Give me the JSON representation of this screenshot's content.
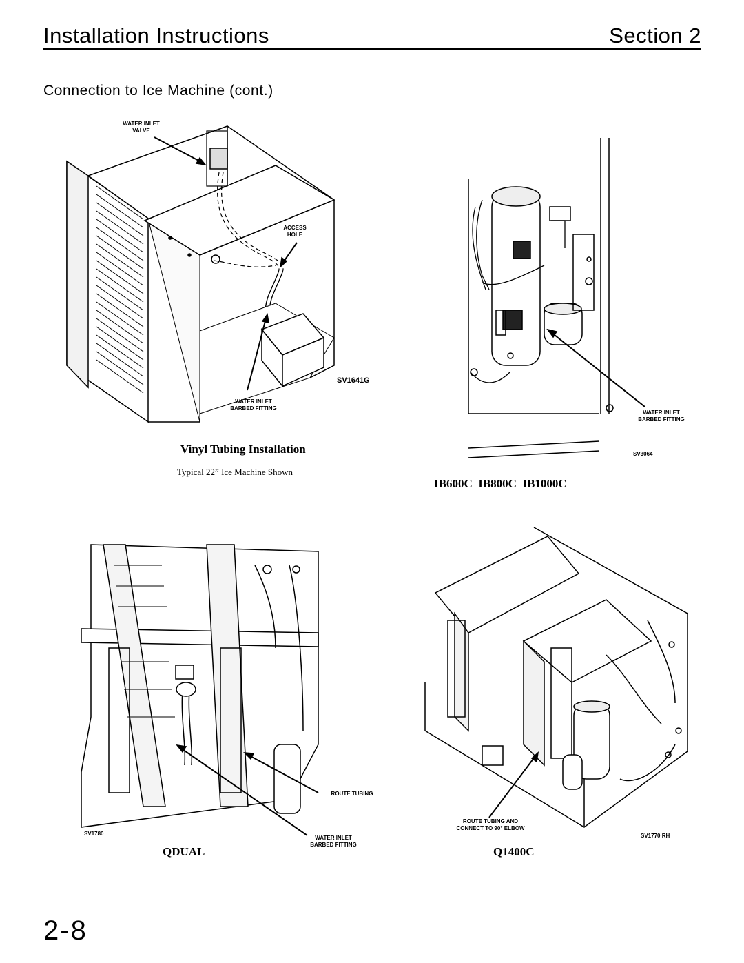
{
  "header": {
    "title": "Installation Instructions",
    "section": "Section 2"
  },
  "subtitle": "Connection to Ice Machine (cont.)",
  "figure1": {
    "labels": {
      "water_inlet_valve": [
        "WATER INLET",
        "VALVE"
      ],
      "access_hole": [
        "ACCESS",
        "HOLE"
      ],
      "barbed_fitting": [
        "WATER INLET",
        "BARBED FITTING"
      ]
    },
    "code": "SV1641G",
    "caption": "Vinyl Tubing Installation",
    "subcaption": "Typical 22” Ice Machine Shown"
  },
  "figure2": {
    "labels": {
      "barbed_fitting": [
        "WATER INLET",
        "BARBED FITTING"
      ]
    },
    "code": "SV3064",
    "caption": "IB600C  IB800C  IB1000C"
  },
  "figure3": {
    "labels": {
      "route_tubing": "ROUTE TUBING",
      "barbed_fitting": [
        "WATER INLET",
        "BARBED FITTING"
      ]
    },
    "code": "SV1780",
    "caption": "QDUAL"
  },
  "figure4": {
    "labels": {
      "route_tubing_elbow": [
        "ROUTE TUBING AND",
        "CONNECT TO 90° ELBOW"
      ]
    },
    "code": "SV1770 RH",
    "caption": "Q1400C"
  },
  "page_number": "2-8"
}
